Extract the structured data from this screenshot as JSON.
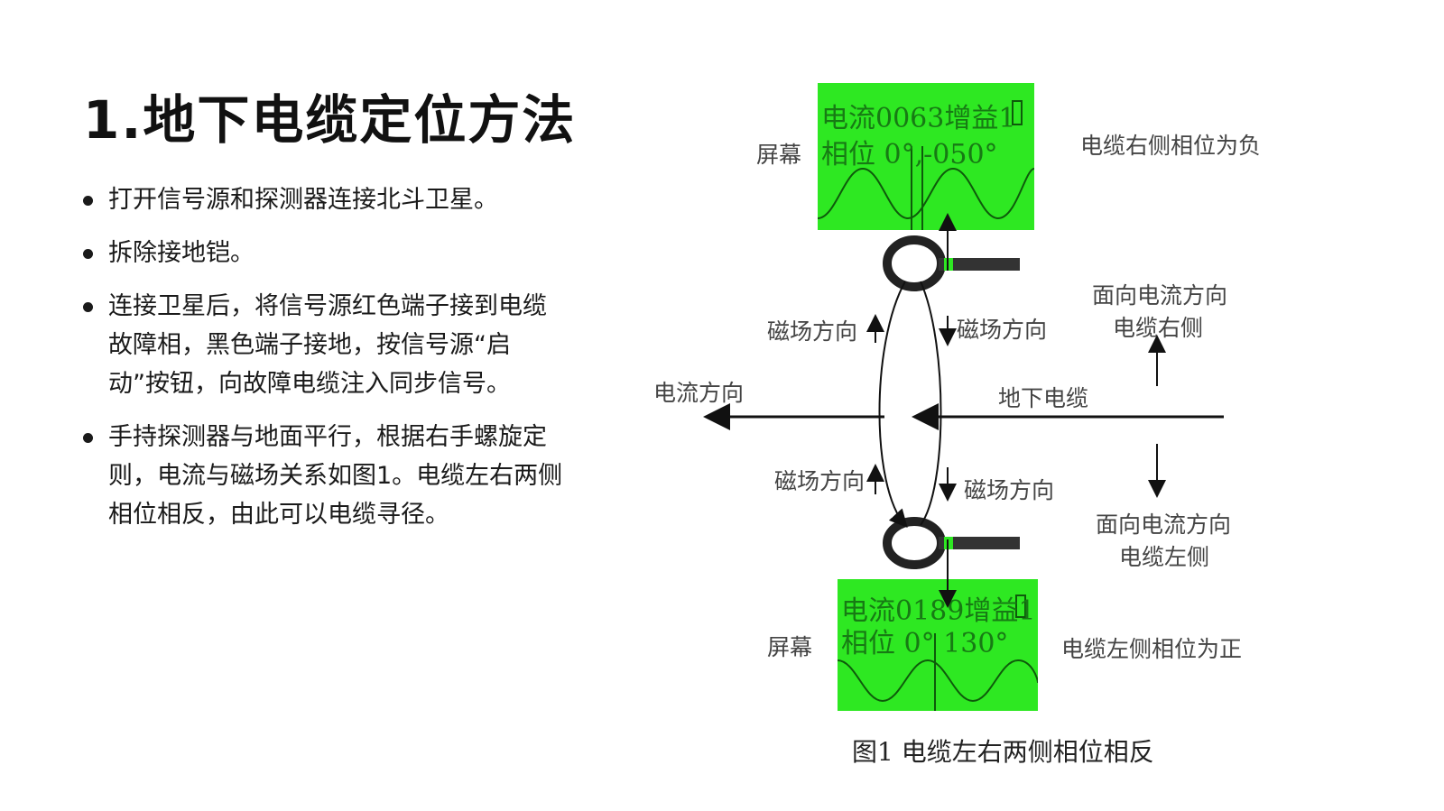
{
  "slide": {
    "title": "1.地下电缆定位方法",
    "bullets": [
      "打开信号源和探测器连接北斗卫星。",
      "拆除接地铠。",
      "连接卫星后，将信号源红色端子接到电缆故障相，黑色端子接地，按信号源“启动”按钮，向故障电缆注入同步信号。",
      "手持探测器与地面平行，根据右手螺旋定则，电流与磁场关系如图1。电缆左右两侧相位相反，由此可以电缆寻径。"
    ]
  },
  "figure": {
    "caption": "图1  电缆左右两侧相位相反",
    "top_screen": {
      "label": "屏幕",
      "line1": "电流0063增益1",
      "line2": "相位  0°,-050°",
      "note": "电缆右侧相位为负"
    },
    "bottom_screen": {
      "label": "屏幕",
      "line1": "电流0189增益1",
      "line2": "相位  0°  130°",
      "note": "电缆左侧相位为正"
    },
    "labels": {
      "magnetic_top_left": "磁场方向",
      "magnetic_top_right": "磁场方向",
      "magnetic_bottom_left": "磁场方向",
      "magnetic_bottom_right": "磁场方向",
      "current_direction": "电流方向",
      "underground_cable": "地下电缆",
      "face_current_1": "面向电流方向",
      "cable_right_side": "电缆右侧",
      "face_current_2": "面向电流方向",
      "cable_left_side": "电缆左侧"
    },
    "colors": {
      "screen_green": "#2ee822",
      "screen_text": "#177a14"
    }
  }
}
